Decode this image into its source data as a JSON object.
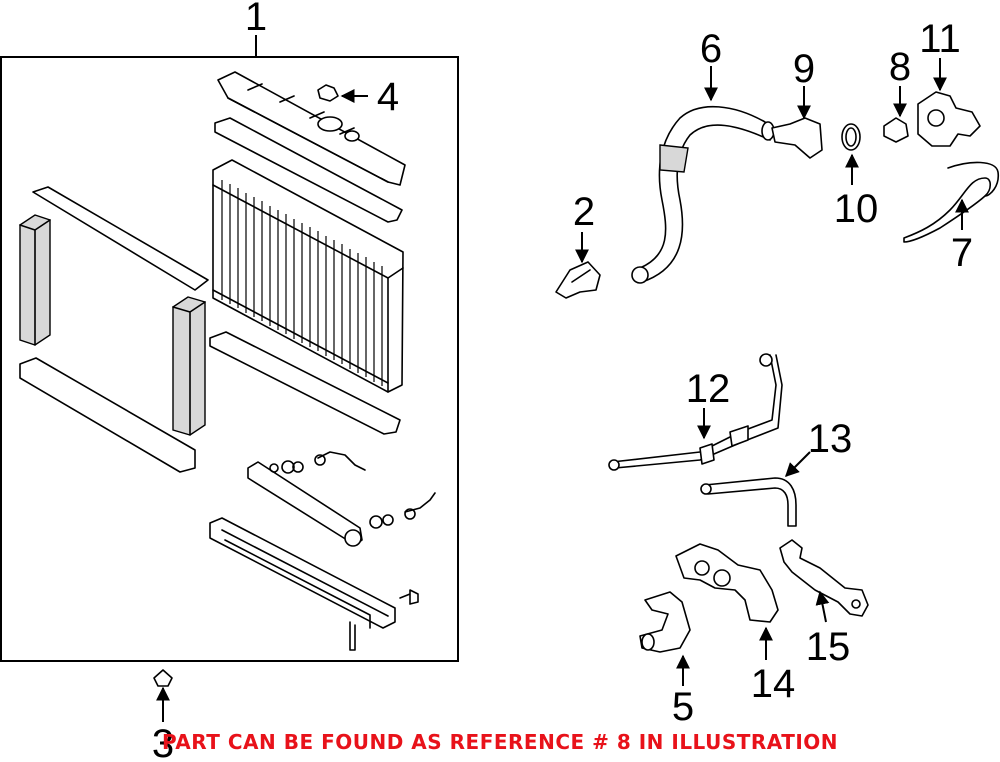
{
  "diagram": {
    "callouts": [
      {
        "id": "1",
        "label": "1"
      },
      {
        "id": "2",
        "label": "2"
      },
      {
        "id": "3",
        "label": "3"
      },
      {
        "id": "4",
        "label": "4"
      },
      {
        "id": "5",
        "label": "5"
      },
      {
        "id": "6",
        "label": "6"
      },
      {
        "id": "7",
        "label": "7"
      },
      {
        "id": "8",
        "label": "8"
      },
      {
        "id": "9",
        "label": "9"
      },
      {
        "id": "10",
        "label": "10"
      },
      {
        "id": "11",
        "label": "11"
      },
      {
        "id": "12",
        "label": "12"
      },
      {
        "id": "13",
        "label": "13"
      },
      {
        "id": "14",
        "label": "14"
      },
      {
        "id": "15",
        "label": "15"
      }
    ],
    "note": "PART CAN BE FOUND AS REFERENCE # 8 IN ILLUSTRATION",
    "note_color": "#e8121a"
  }
}
